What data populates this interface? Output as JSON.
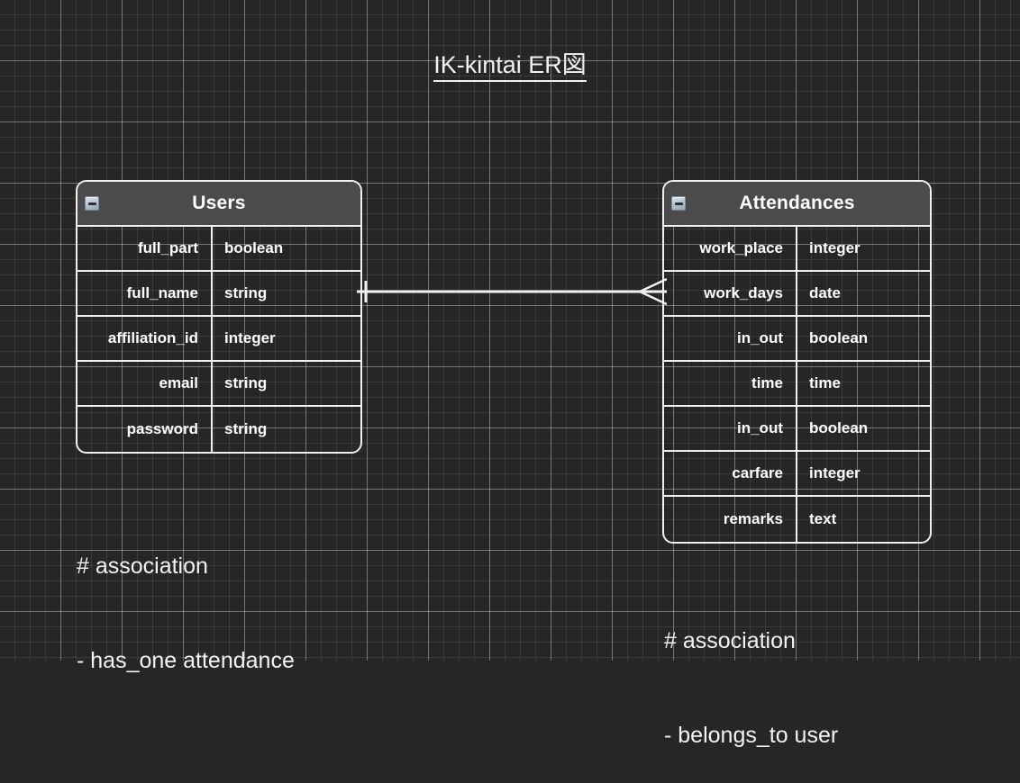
{
  "diagram": {
    "title": "IK-kintai ER図",
    "background_color": "#262626",
    "line_color": "#f0f0f0",
    "header_color": "#4b4b4b"
  },
  "entities": [
    {
      "name": "Users",
      "collapse_icon": "minus-square-icon",
      "rows": [
        {
          "field": "full_part",
          "type": "boolean"
        },
        {
          "field": "full_name",
          "type": "string"
        },
        {
          "field": "affiliation_id",
          "type": "integer"
        },
        {
          "field": "email",
          "type": "string"
        },
        {
          "field": "password",
          "type": "string"
        }
      ]
    },
    {
      "name": "Attendances",
      "collapse_icon": "minus-square-icon",
      "rows": [
        {
          "field": "work_place",
          "type": "integer"
        },
        {
          "field": "work_days",
          "type": "date"
        },
        {
          "field": "in_out",
          "type": "boolean"
        },
        {
          "field": "time",
          "type": "time"
        },
        {
          "field": "in_out",
          "type": "boolean"
        },
        {
          "field": "carfare",
          "type": "integer"
        },
        {
          "field": "remarks",
          "type": "text"
        }
      ]
    }
  ],
  "relationship": {
    "from": "Users",
    "to": "Attendances",
    "source_cardinality": "one",
    "target_cardinality": "many",
    "notation": "crows-foot"
  },
  "annotations": [
    {
      "id": "users-association",
      "line1": "# association",
      "line2": "- has_one attendance"
    },
    {
      "id": "attendances-association",
      "line1": "# association",
      "line2": "- belongs_to user"
    }
  ]
}
